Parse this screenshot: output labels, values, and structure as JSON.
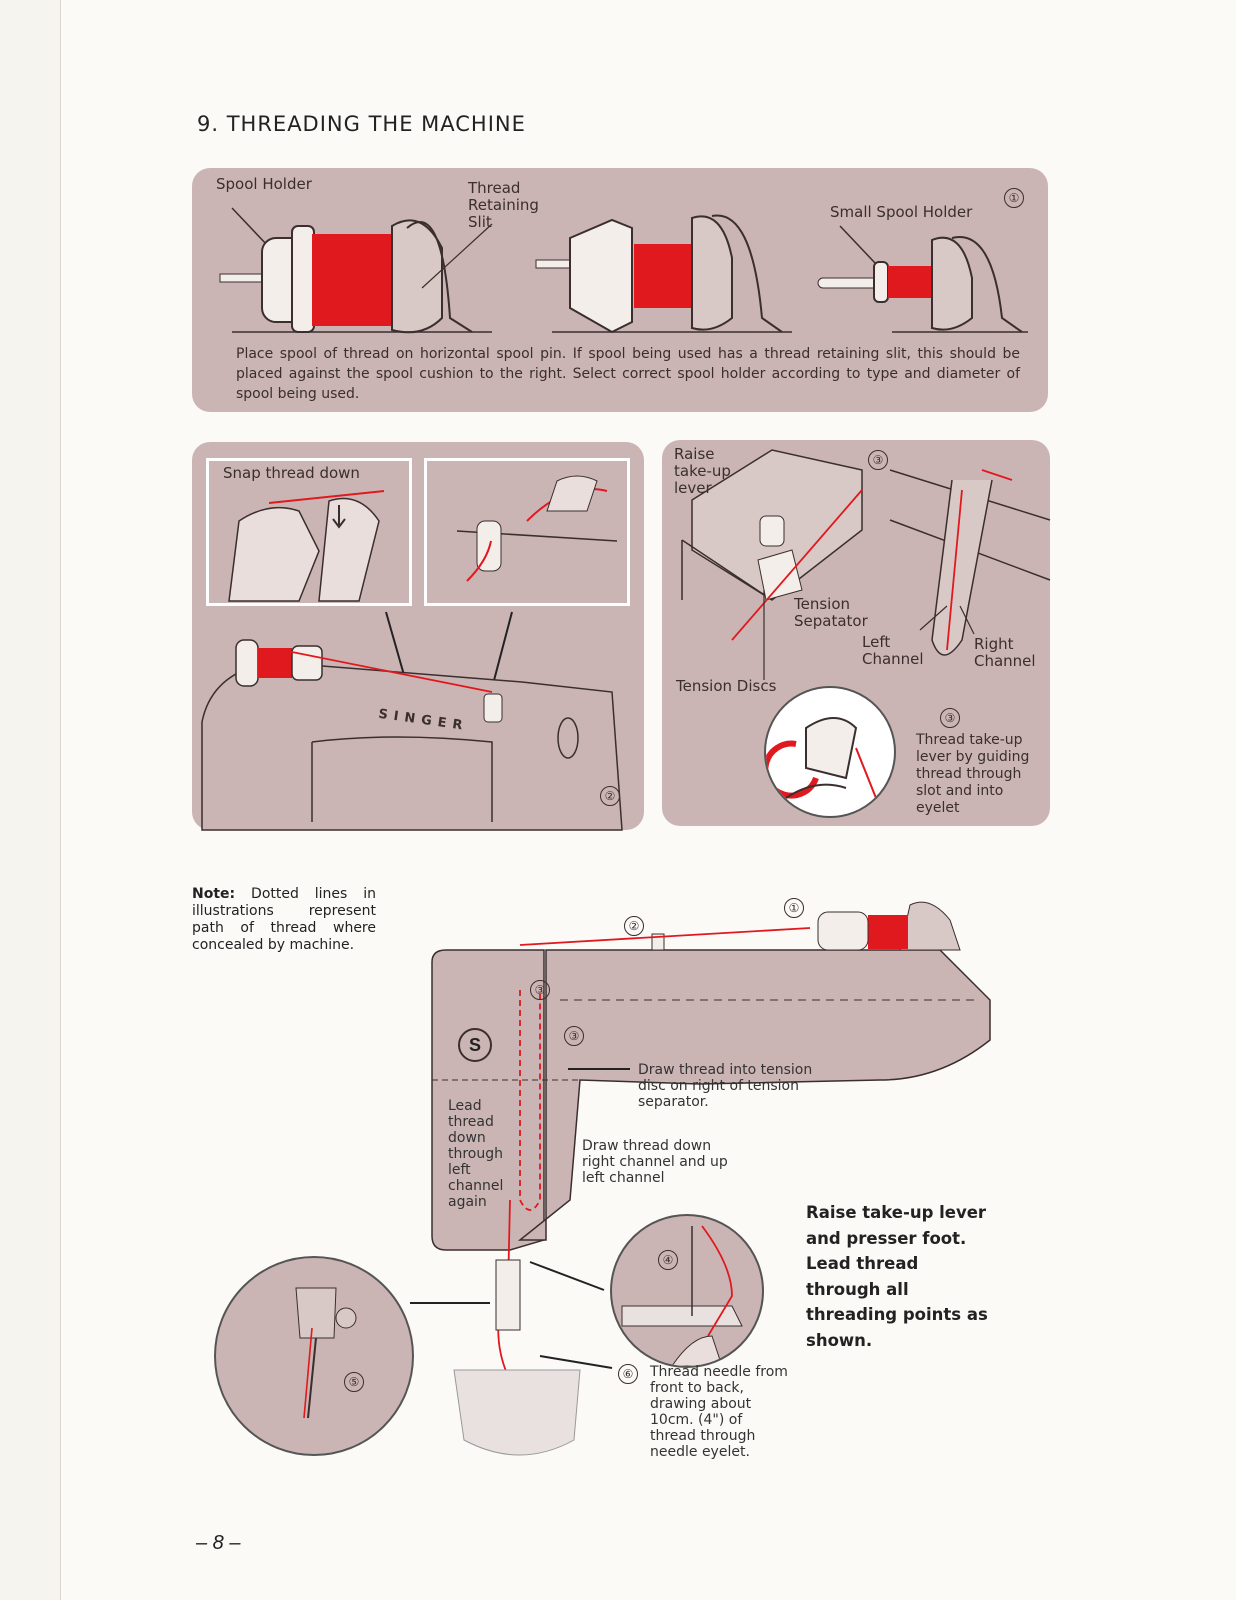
{
  "title": "9. THREADING THE MACHINE",
  "panel1": {
    "spool_holder": "Spool Holder",
    "thread_retaining_slit": "Thread Retaining Slit",
    "small_spool_holder": "Small Spool Holder",
    "step": "①",
    "description": "Place spool of thread on horizontal spool pin. If spool being used has a thread retaining slit, this should be placed against the spool cushion to the right. Select correct spool holder according to type and diameter of spool being used."
  },
  "panel2": {
    "snap_thread_down": "Snap thread down",
    "brand": "SINGER",
    "step": "②"
  },
  "panel3": {
    "raise_take_up_lever": "Raise take-up lever",
    "step": "③",
    "tension_separator": "Tension Sepatator",
    "left_channel": "Left Channel",
    "right_channel": "Right Channel",
    "tension_discs": "Tension Discs",
    "take_up_text": "Thread take-up lever by guiding thread through slot and into eyelet"
  },
  "note": {
    "label": "Note:",
    "text": "Dotted lines in illustrations represent path of thread where concealed by machine."
  },
  "diagram": {
    "step1": "①",
    "step2": "②",
    "step3a": "③",
    "step3b": "③",
    "step4": "④",
    "step5": "⑤",
    "step6": "⑥",
    "draw_tension": "Draw thread into tension disc on right of tension separator.",
    "lead_thread": "Lead thread down through left channel again",
    "draw_down": "Draw thread down right channel and up left channel",
    "thread_needle": "Thread needle from front to back, drawing about 10cm. (4\") of thread through needle eyelet."
  },
  "instructions": "Raise take-up lever and presser foot. Lead thread through all threading points as shown.",
  "page_number": "– 8 –",
  "colors": {
    "panel": "#cbb5b4",
    "thread": "#e0191f",
    "ink": "#3a2e2e"
  }
}
